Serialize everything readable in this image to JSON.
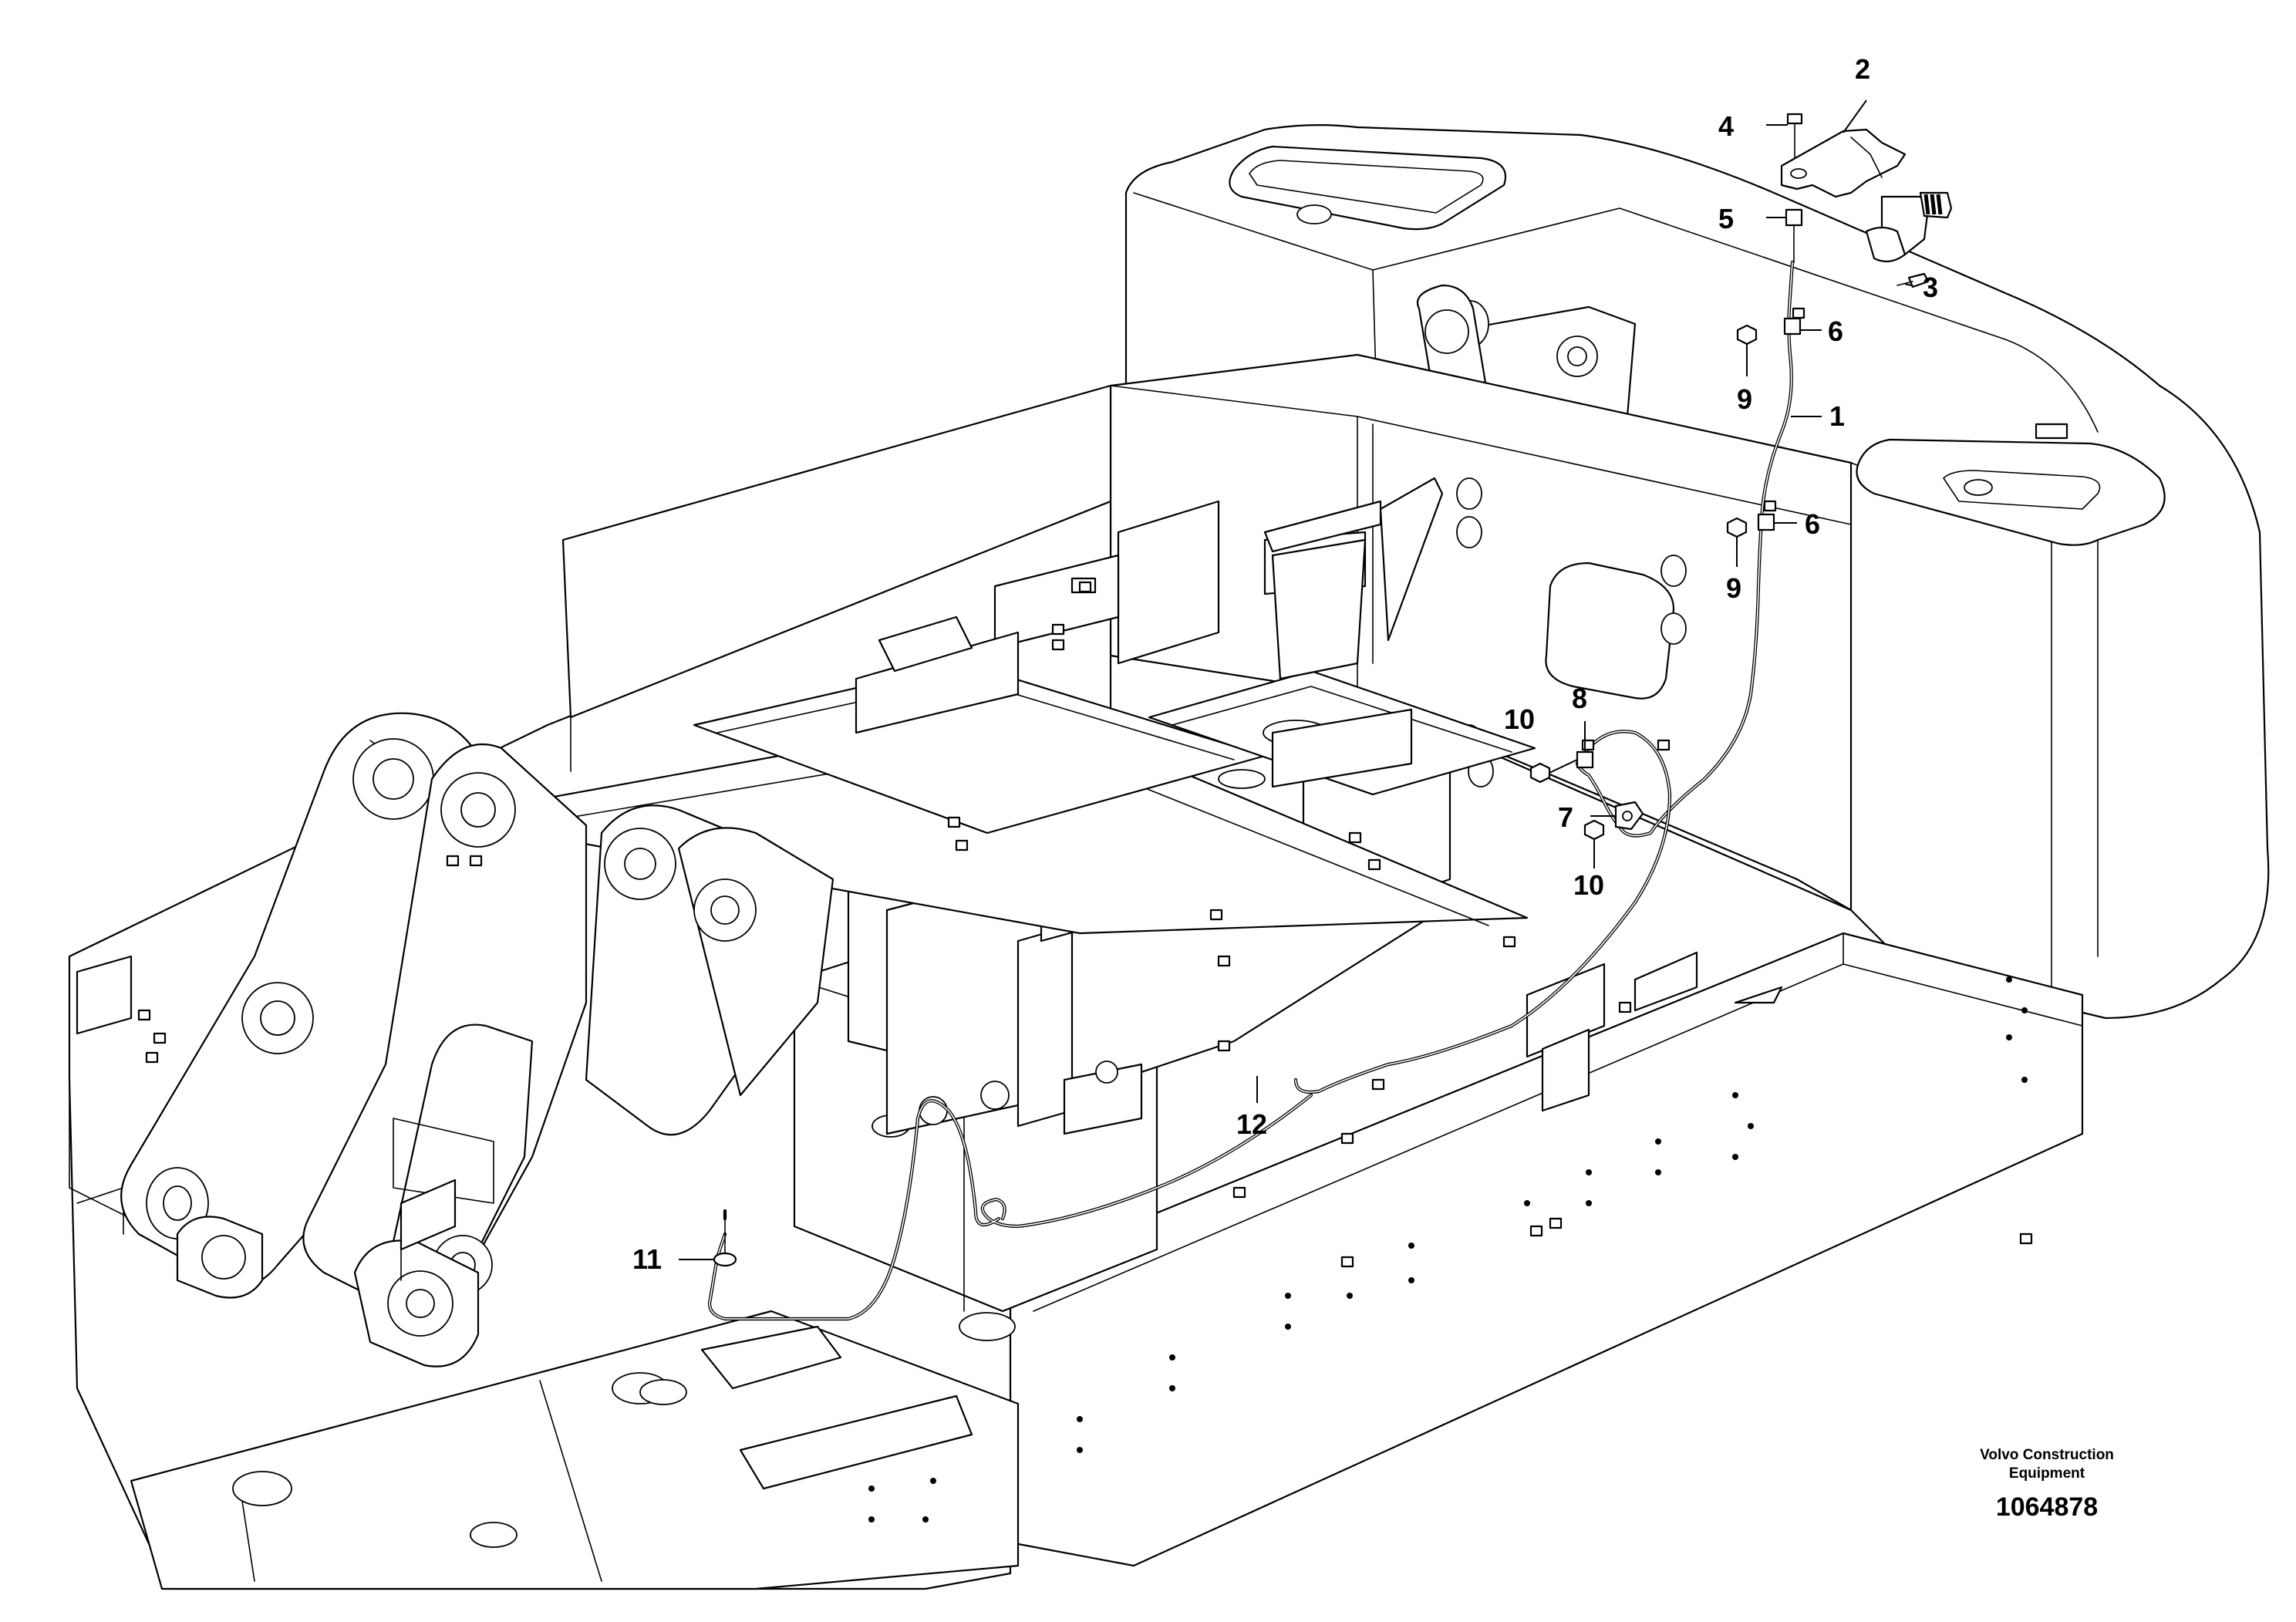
{
  "callouts": [
    {
      "id": "c1",
      "label": "1"
    },
    {
      "id": "c2",
      "label": "2"
    },
    {
      "id": "c3",
      "label": "3"
    },
    {
      "id": "c4",
      "label": "4"
    },
    {
      "id": "c5",
      "label": "5"
    },
    {
      "id": "c6a",
      "label": "6"
    },
    {
      "id": "c6b",
      "label": "6"
    },
    {
      "id": "c7",
      "label": "7"
    },
    {
      "id": "c8",
      "label": "8"
    },
    {
      "id": "c9a",
      "label": "9"
    },
    {
      "id": "c9b",
      "label": "9"
    },
    {
      "id": "c10a",
      "label": "10"
    },
    {
      "id": "c10b",
      "label": "10"
    },
    {
      "id": "c11",
      "label": "11"
    },
    {
      "id": "c12",
      "label": "12"
    }
  ],
  "credit": {
    "line1": "Volvo Construction",
    "line2": "Equipment"
  },
  "document_number": "1064878"
}
